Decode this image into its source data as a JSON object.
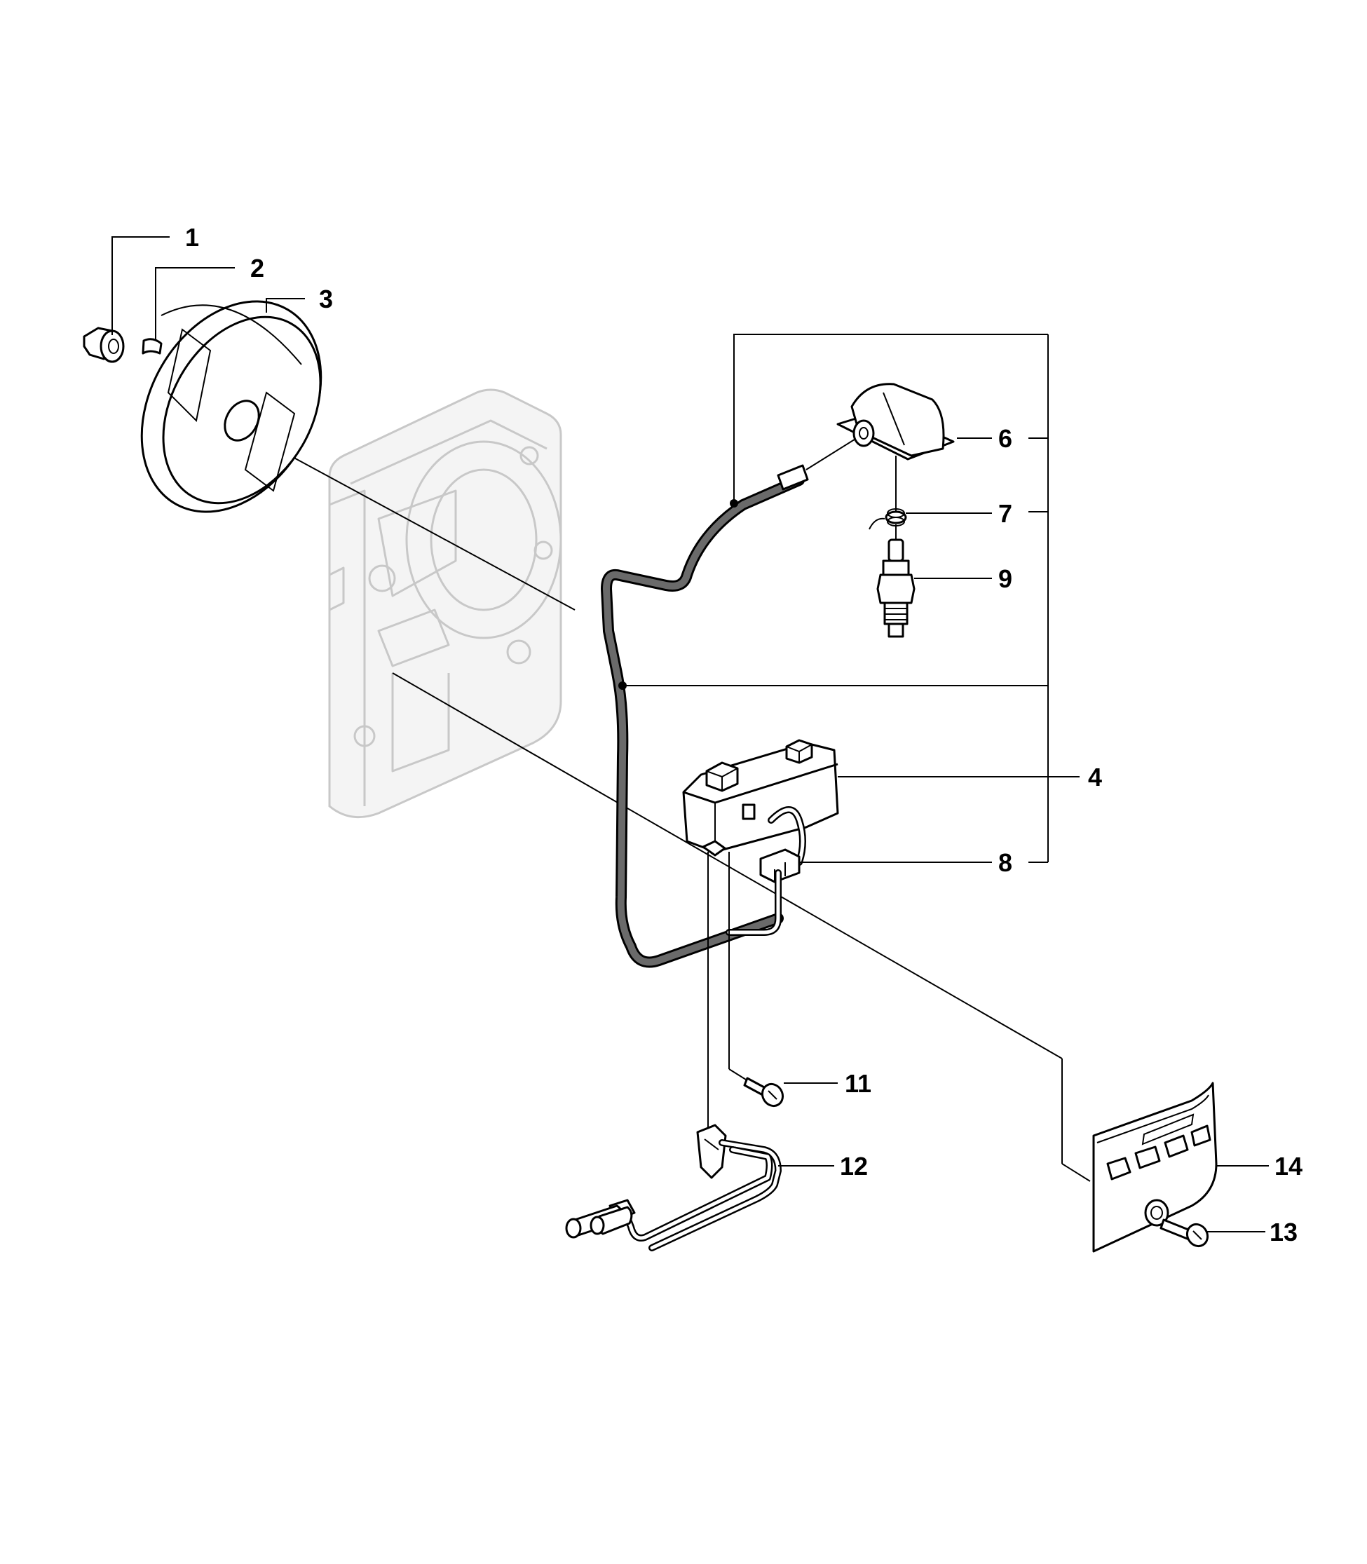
{
  "diagram": {
    "callouts": [
      {
        "id": "c1",
        "text": "1"
      },
      {
        "id": "c2",
        "text": "2"
      },
      {
        "id": "c3",
        "text": "3"
      },
      {
        "id": "c4",
        "text": "4"
      },
      {
        "id": "c6",
        "text": "6"
      },
      {
        "id": "c7",
        "text": "7"
      },
      {
        "id": "c8",
        "text": "8"
      },
      {
        "id": "c9",
        "text": "9"
      },
      {
        "id": "c11",
        "text": "11"
      },
      {
        "id": "c12",
        "text": "12"
      },
      {
        "id": "c13",
        "text": "13"
      },
      {
        "id": "c14",
        "text": "14"
      }
    ]
  }
}
